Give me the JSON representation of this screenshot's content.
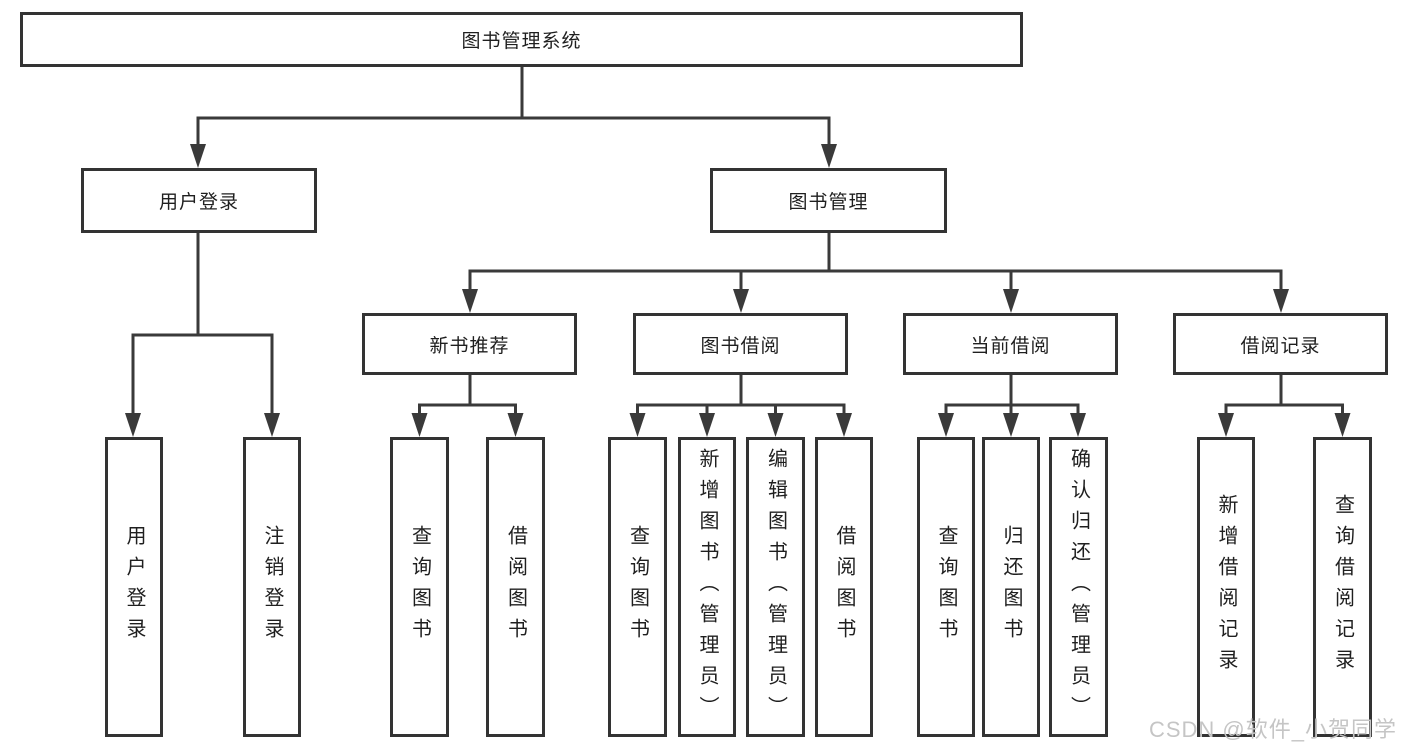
{
  "colors": {
    "line": "#3a3a3a",
    "border": "#333333",
    "text": "#1f1f1f",
    "watermark": "#c5c5c5",
    "background": "#ffffff"
  },
  "watermark": "CSDN @软件_小贺同学",
  "tree": {
    "root": {
      "label": "图书管理系统"
    },
    "branches": [
      {
        "label": "用户登录",
        "children": [
          {
            "label": "用户登录"
          },
          {
            "label": "注销登录"
          }
        ]
      },
      {
        "label": "图书管理",
        "children": [
          {
            "label": "新书推荐",
            "children": [
              {
                "label": "查询图书"
              },
              {
                "label": "借阅图书"
              }
            ]
          },
          {
            "label": "图书借阅",
            "children": [
              {
                "label": "查询图书"
              },
              {
                "label": "新增图书（管理员）"
              },
              {
                "label": "编辑图书（管理员）"
              },
              {
                "label": "借阅图书"
              }
            ]
          },
          {
            "label": "当前借阅",
            "children": [
              {
                "label": "查询图书"
              },
              {
                "label": "归还图书"
              },
              {
                "label": "确认归还（管理员）"
              }
            ]
          },
          {
            "label": "借阅记录",
            "children": [
              {
                "label": "新增借阅记录"
              },
              {
                "label": "查询借阅记录"
              }
            ]
          }
        ]
      }
    ]
  }
}
